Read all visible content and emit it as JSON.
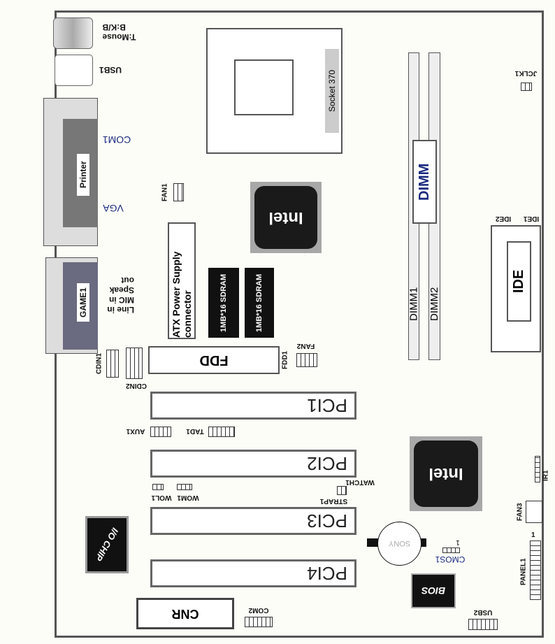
{
  "board": {
    "ps2_label": "T:Mouse\nB:K/B",
    "usb1": "USB1",
    "com1": "COM1",
    "printer": "Printer",
    "vga": "VGA",
    "game1": "GAME1",
    "audio": [
      "Line in",
      "MIC in",
      "Speak",
      "out"
    ],
    "socket": "Socket 370",
    "fan1": "FAN1",
    "intel": "Intel",
    "atx": "ATX Power Supply connector",
    "sdram": "1MB*16 SDRAM",
    "dimm": "DIMM",
    "dimm1": "DIMM1",
    "dimm2": "DIMM2",
    "jclk": "JCLK1",
    "ide": "IDE",
    "ide1": "IDE1",
    "ide2": "IDE2",
    "fdd": "FDD",
    "fdd1": "FDD1",
    "fan2": "FAN2",
    "cdin1": "CDIN1",
    "cdin2": "CDIN2",
    "pci1": "PCI1",
    "pci2": "PCI2",
    "pci3": "PCI3",
    "pci4": "PCI4",
    "aux1": "AUX1",
    "tad1": "TAD1",
    "wom1": "WOM1",
    "wol1": "WOL1",
    "watch1": "WATCH1",
    "strap1": "STRAP1",
    "io_chip": "I/O CHIP",
    "cnr": "CNR",
    "com2": "COM2",
    "battery": "SONY",
    "cmos1": "CMOS1",
    "pin1": "1",
    "bios": "BIOS",
    "usb2": "USB2",
    "panel1": "PANEL1",
    "ir1": "IR1",
    "fan3": "FAN3"
  }
}
